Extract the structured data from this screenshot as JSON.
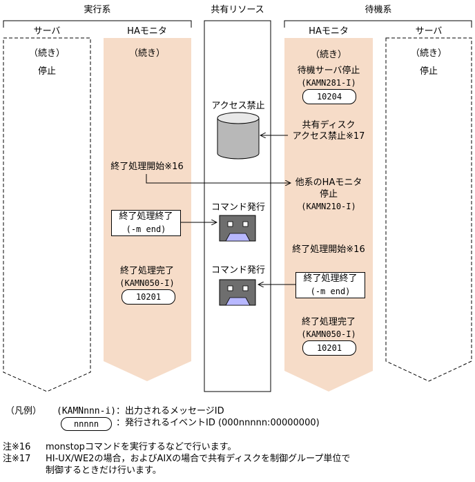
{
  "groups": {
    "active": "実行系",
    "shared": "共有リソース",
    "standby": "待機系"
  },
  "columns": {
    "active_server": "サーバ",
    "active_ha": "HAモニタ",
    "standby_ha": "HAモニタ",
    "standby_server": "サーバ"
  },
  "continued": "（続き）",
  "active_server": {
    "status": "停止"
  },
  "standby_server": {
    "status": "停止"
  },
  "active_ha": {
    "term_start": "終了処理開始※16",
    "term_end_box": {
      "line1": "終了処理終了",
      "line2": "(-m end)"
    },
    "term_complete": "終了処理完了",
    "term_complete_msg": "(KAMN050-I)",
    "term_complete_event": "10201"
  },
  "shared": {
    "access_denied": "アクセス禁止",
    "command_issue_1": "コマンド発行",
    "command_issue_2": "コマンド発行"
  },
  "standby_ha": {
    "server_stop": "待機サーバ停止",
    "server_stop_msg": "(KAMN281-I)",
    "server_stop_event": "10204",
    "disk_line1": "共有ディスク",
    "disk_line2": "アクセス禁止※17",
    "other_ha_line1": "他系のHAモニタ",
    "other_ha_line2": "停止",
    "other_ha_msg": "(KAMN210-I)",
    "term_start": "終了処理開始※16",
    "term_end_box": {
      "line1": "終了処理終了",
      "line2": "(-m end)"
    },
    "term_complete": "終了処理完了",
    "term_complete_msg": "(KAMN050-I)",
    "term_complete_event": "10201"
  },
  "legend": {
    "title": "（凡例）",
    "message_sample": "(KAMNnnn-i)",
    "message_desc": "：出力されるメッセージID",
    "event_sample": "nnnnn",
    "event_desc": "：発行されるイベントID (000nnnnn:00000000)"
  },
  "notes": [
    {
      "mark": "注※16",
      "text": "monstopコマンドを実行するなどで行います。"
    },
    {
      "mark": "注※17",
      "text": "HI-UX/WE2の場合，およびAIXの場合で共有ディスクを制御グループ単位で",
      "text2": "制御するときだけ行います。"
    }
  ],
  "colors": {
    "ha_fill": "#f6dcc8",
    "disk_top": "#e8e8e8",
    "disk_body": "#b8b8b8",
    "terminal": "#6e6e6e",
    "terminal_screen": "#b8b8ff"
  }
}
